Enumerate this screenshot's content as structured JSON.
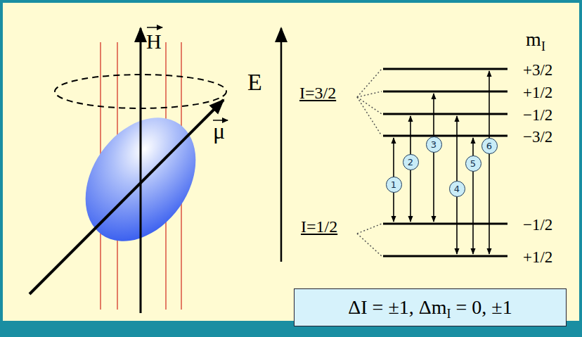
{
  "diagram": {
    "nodes": [
      {
        "text": [
          "1"
        ]
      },
      {
        "text": [
          "2"
        ]
      },
      {
        "text": [
          "3"
        ]
      },
      {
        "text": [
          "4"
        ]
      },
      {
        "text": [
          "5"
        ]
      },
      {
        "text": [
          "6"
        ]
      },
      {
        "text": [
          "ΔI = ±1, Δm",
          "I",
          "= 0, ±1"
        ]
      }
    ],
    "labels": [
      "H",
      "μ",
      "E",
      "m",
      "I",
      "I=3/2",
      "+3/2",
      "+1/2",
      "−1/2",
      "−3/2",
      "I=1/2",
      "−1/2",
      "+1/2"
    ]
  }
}
